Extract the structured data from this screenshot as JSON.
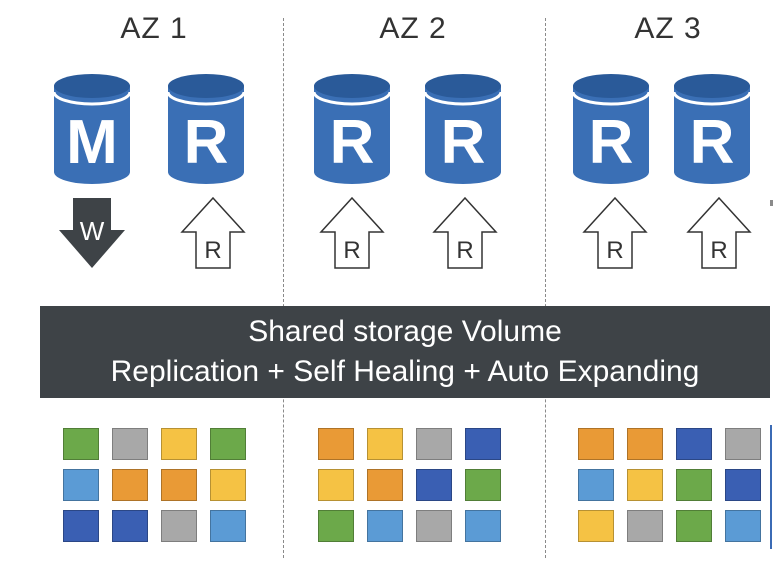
{
  "colors": {
    "db_blue": "#3a6fb5",
    "db_top": "#2a5a99",
    "banner_bg": "#3e4347",
    "arrow_dark": "#3e4347",
    "storage": {
      "green": "#6ca94a",
      "gray": "#a8a8a8",
      "yellow": "#f5c244",
      "orange": "#e99a36",
      "lightblue": "#5b9bd5",
      "blue": "#3a5fb3"
    }
  },
  "zones": [
    {
      "title": "AZ 1",
      "instances": [
        {
          "letter": "M",
          "role": "master"
        },
        {
          "letter": "R",
          "role": "replica"
        }
      ],
      "arrows": [
        {
          "label": "W",
          "direction": "down",
          "style": "filled"
        },
        {
          "label": "R",
          "direction": "up",
          "style": "outline"
        }
      ],
      "blocks": [
        [
          "green",
          "gray",
          "yellow",
          "green"
        ],
        [
          "lightblue",
          "orange",
          "orange",
          "yellow"
        ],
        [
          "blue",
          "blue",
          "gray",
          "lightblue"
        ]
      ]
    },
    {
      "title": "AZ 2",
      "instances": [
        {
          "letter": "R",
          "role": "replica"
        },
        {
          "letter": "R",
          "role": "replica"
        }
      ],
      "arrows": [
        {
          "label": "R",
          "direction": "up",
          "style": "outline"
        },
        {
          "label": "R",
          "direction": "up",
          "style": "outline"
        }
      ],
      "blocks": [
        [
          "orange",
          "yellow",
          "gray",
          "blue"
        ],
        [
          "yellow",
          "orange",
          "blue",
          "green"
        ],
        [
          "green",
          "lightblue",
          "gray",
          "lightblue"
        ]
      ]
    },
    {
      "title": "AZ 3",
      "instances": [
        {
          "letter": "R",
          "role": "replica"
        },
        {
          "letter": "R",
          "role": "replica"
        }
      ],
      "arrows": [
        {
          "label": "R",
          "direction": "up",
          "style": "outline"
        },
        {
          "label": "R",
          "direction": "up",
          "style": "outline"
        }
      ],
      "blocks": [
        [
          "orange",
          "orange",
          "blue",
          "gray"
        ],
        [
          "lightblue",
          "yellow",
          "green",
          "blue"
        ],
        [
          "yellow",
          "gray",
          "green",
          "lightblue"
        ]
      ]
    }
  ],
  "banner": {
    "line1": "Shared storage Volume",
    "line2": "Replication + Self Healing + Auto Expanding"
  }
}
